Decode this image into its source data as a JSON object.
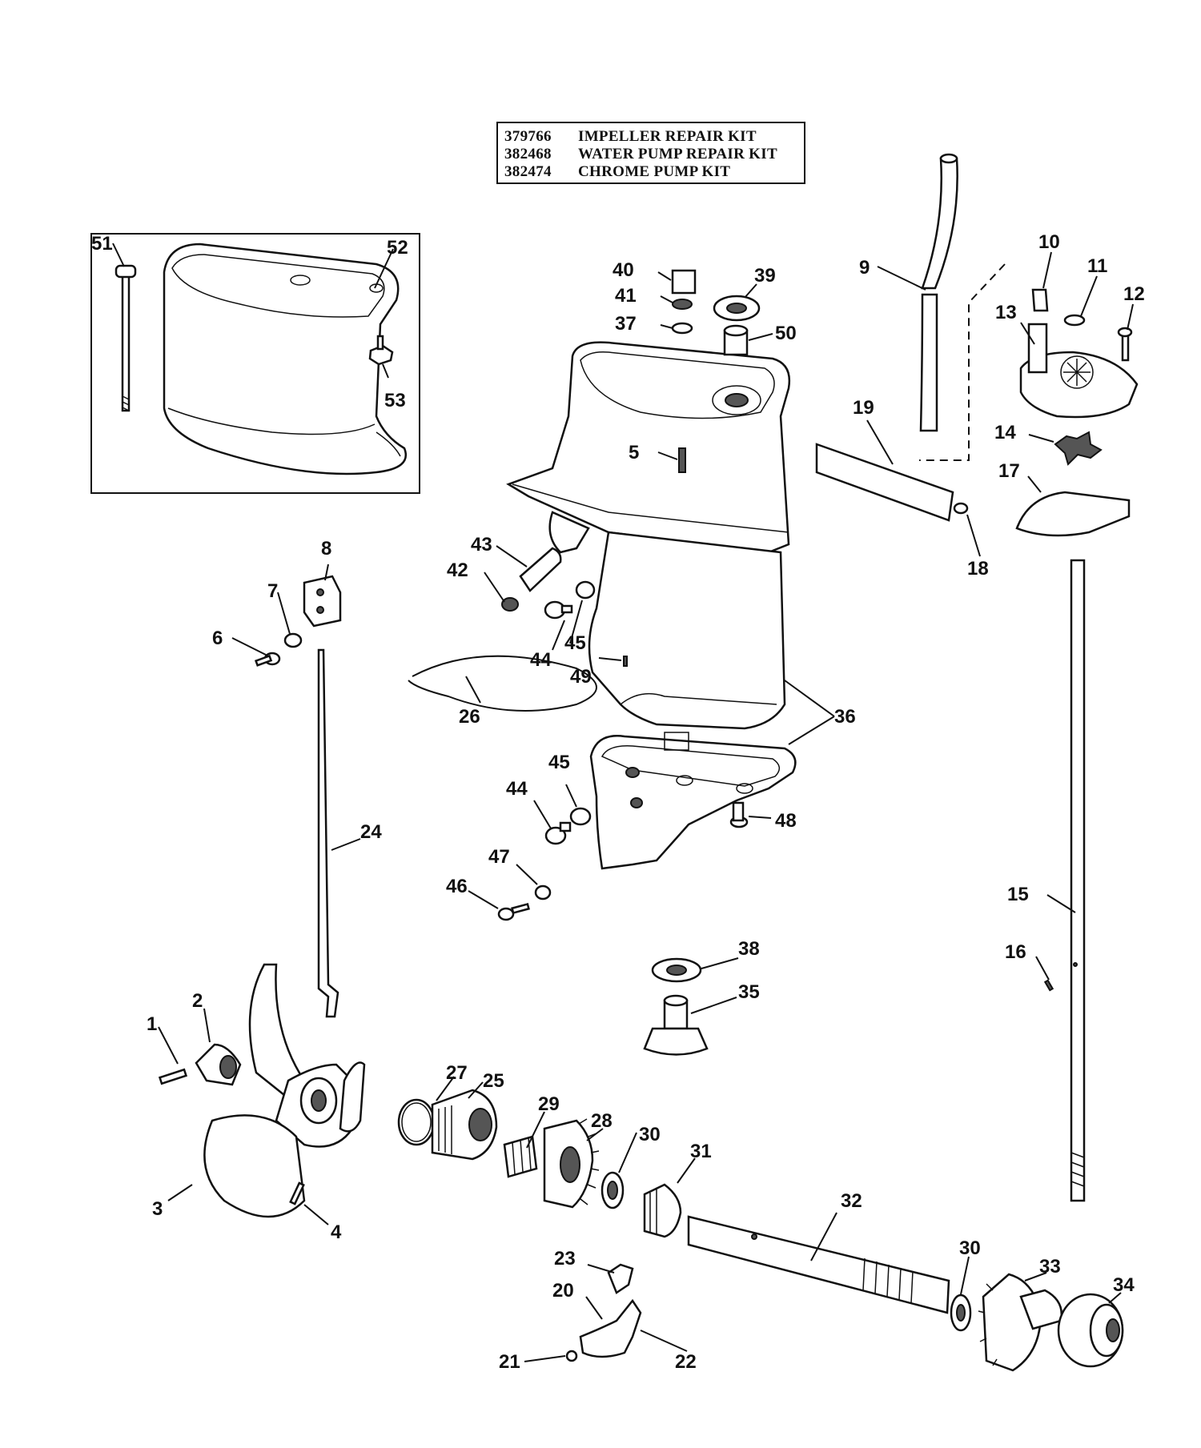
{
  "kit_table": [
    {
      "number": "379766",
      "description": "IMPELLER REPAIR KIT"
    },
    {
      "number": "382468",
      "description": "WATER PUMP REPAIR KIT"
    },
    {
      "number": "382474",
      "description": "CHROME PUMP KIT"
    }
  ],
  "callouts": [
    "1",
    "2",
    "3",
    "4",
    "5",
    "6",
    "7",
    "8",
    "9",
    "10",
    "11",
    "12",
    "13",
    "14",
    "15",
    "16",
    "17",
    "18",
    "19",
    "20",
    "21",
    "22",
    "23",
    "24",
    "25",
    "26",
    "27",
    "28",
    "29",
    "30",
    "30",
    "31",
    "32",
    "33",
    "34",
    "35",
    "36",
    "37",
    "38",
    "39",
    "40",
    "41",
    "42",
    "43",
    "44",
    "44",
    "45",
    "45",
    "46",
    "47",
    "48",
    "49",
    "50",
    "51",
    "52",
    "53"
  ]
}
